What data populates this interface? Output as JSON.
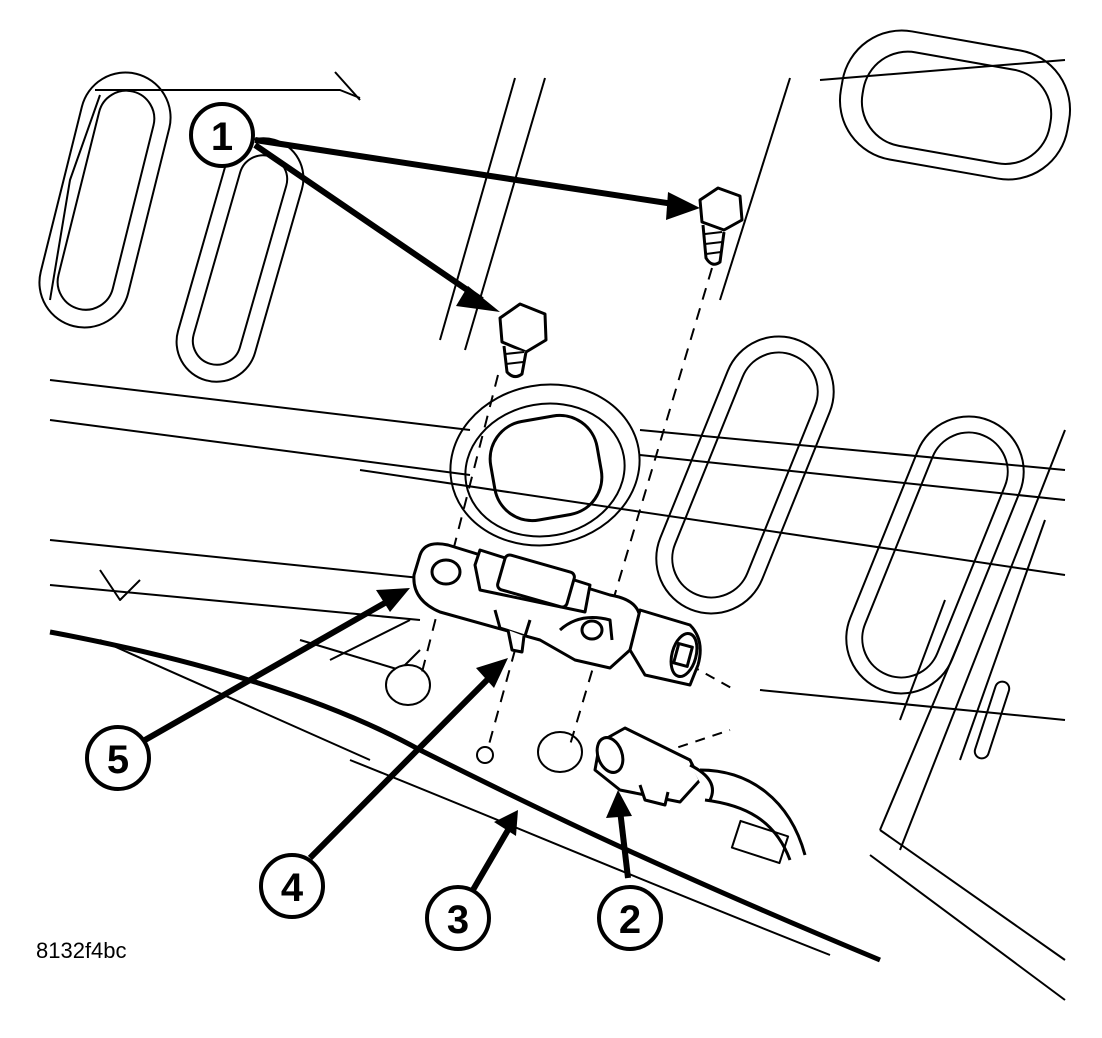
{
  "figure": {
    "code": "8132f4bc",
    "callouts": [
      {
        "id": "1",
        "label": "1"
      },
      {
        "id": "2",
        "label": "2"
      },
      {
        "id": "3",
        "label": "3"
      },
      {
        "id": "4",
        "label": "4"
      },
      {
        "id": "5",
        "label": "5"
      }
    ]
  }
}
